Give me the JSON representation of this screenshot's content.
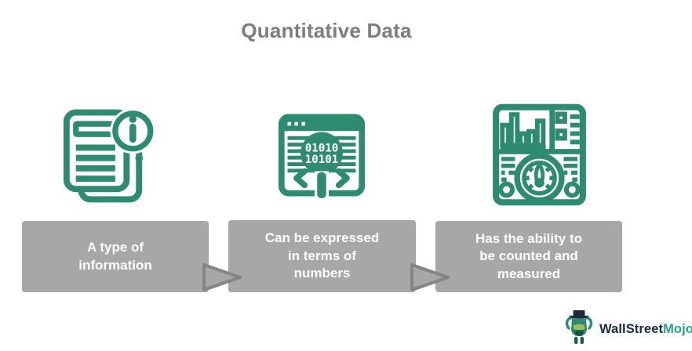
{
  "title": "Quantitative Data",
  "steps": [
    {
      "icon": "document-info-icon",
      "lines": [
        "A type of",
        "information"
      ]
    },
    {
      "icon": "code-search-icon",
      "lines": [
        "Can be expressed",
        "in terms of",
        "numbers"
      ]
    },
    {
      "icon": "dashboard-gauge-icon",
      "lines": [
        "Has the ability to",
        "be counted and",
        "measured"
      ]
    }
  ],
  "icon2_binary": {
    "line1": "01010",
    "line2": "10101"
  },
  "logo": {
    "brand_primary": "WallStreet",
    "brand_secondary": "Mojo",
    "mascot": "bull-mascot-icon"
  },
  "colors": {
    "accent_teal": "#2e8b72",
    "box_gray": "#a7a7a7",
    "arrow_outline": "#858585",
    "title_gray": "#7d7d7d",
    "brand_navy": "#1c2940",
    "brand_teal": "#2aa38b",
    "box_text": "#ffffff"
  }
}
